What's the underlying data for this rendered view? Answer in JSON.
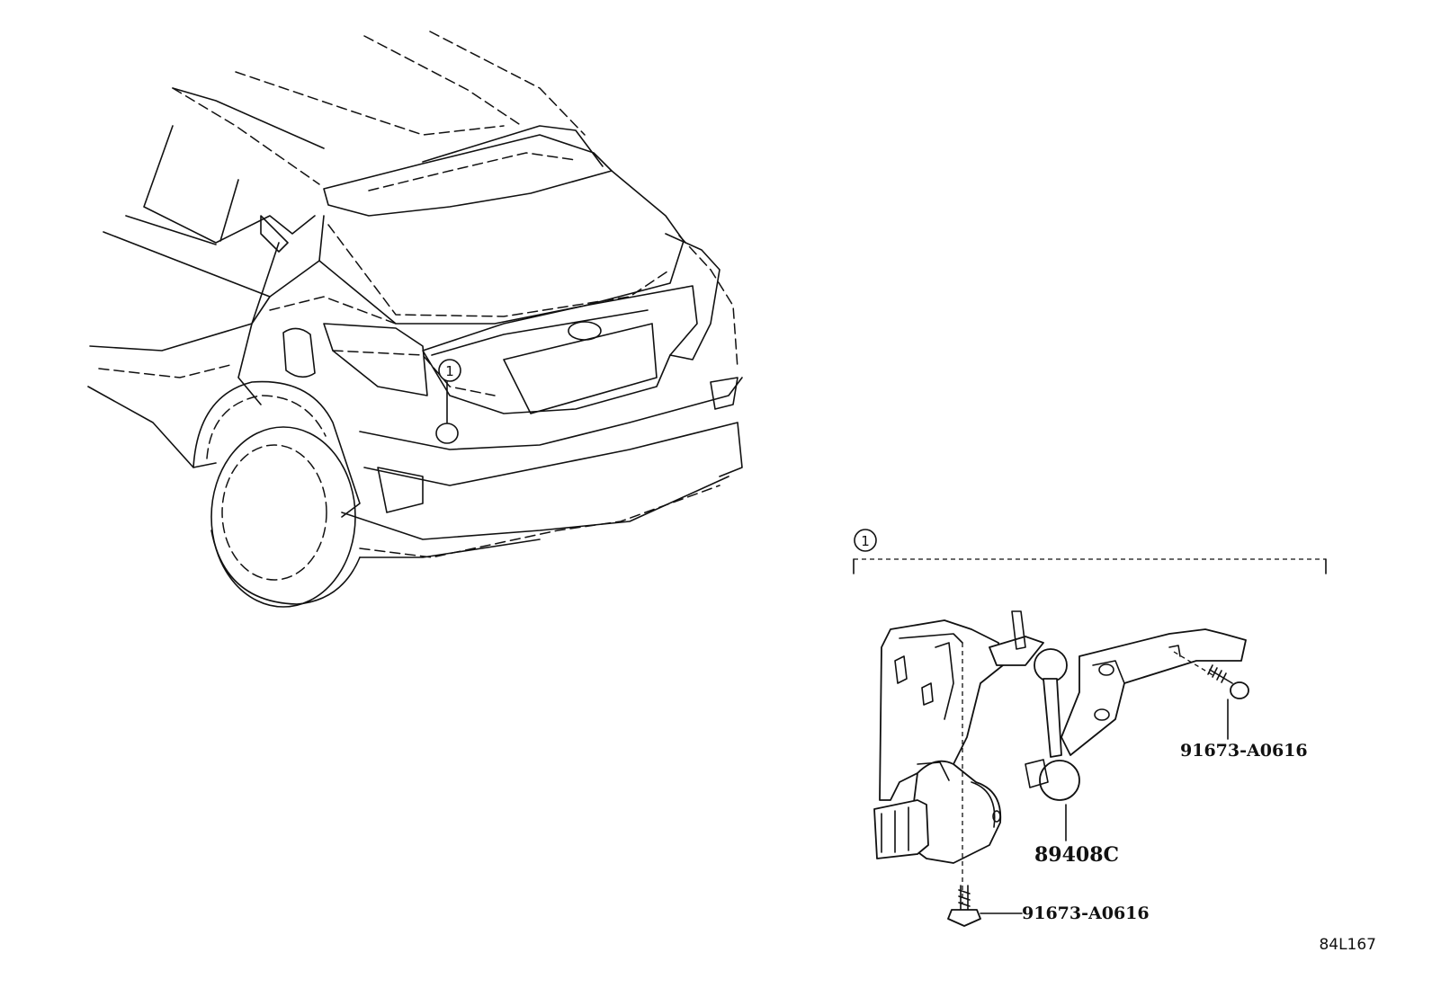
{
  "callouts": {
    "car_ref": "1",
    "group_ref": "1"
  },
  "parts": {
    "sensor": "89408C",
    "bolt_upper": "91673-A0616",
    "bolt_lower": "91673-A0616"
  },
  "diagram_code": "84L167"
}
